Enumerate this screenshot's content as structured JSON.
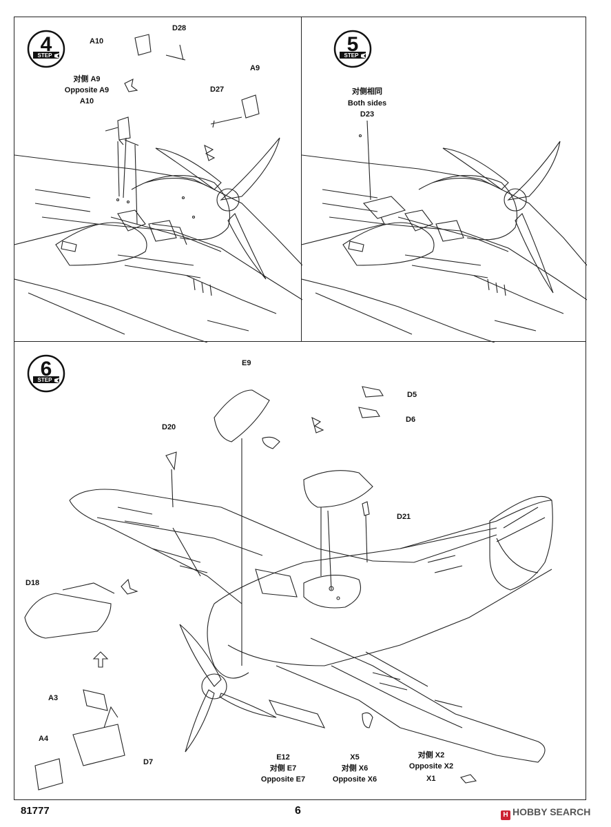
{
  "steps": {
    "s4": {
      "number": "4",
      "word": "STEP"
    },
    "s5": {
      "number": "5",
      "word": "STEP"
    },
    "s6": {
      "number": "6",
      "word": "STEP"
    }
  },
  "step4": {
    "a10_top": "A10",
    "d28": "D28",
    "a9_top": "A9",
    "d27": "D27",
    "opp_cn": "对侧 A9",
    "opp_en": "Opposite A9",
    "opp_part": "A10"
  },
  "step5": {
    "both_cn": "对侧相同",
    "both_en": "Both sides",
    "part": "D23"
  },
  "step6": {
    "e9": "E9",
    "d20": "D20",
    "d5": "D5",
    "d6": "D6",
    "d21": "D21",
    "d18": "D18",
    "a3": "A3",
    "a4": "A4",
    "d7": "D7",
    "e12": "E12",
    "e7_cn": "对侧 E7",
    "e7_en": "Opposite E7",
    "x5": "X5",
    "x6_cn": "对侧 X6",
    "x6_en": "Opposite X6",
    "x2_cn": "对侧 X2",
    "x2_en": "Opposite X2",
    "x1": "X1"
  },
  "footer": {
    "product_number": "81777",
    "page_number": "6",
    "watermark": "HOBBY SEARCH",
    "watermark_mark": "H"
  }
}
